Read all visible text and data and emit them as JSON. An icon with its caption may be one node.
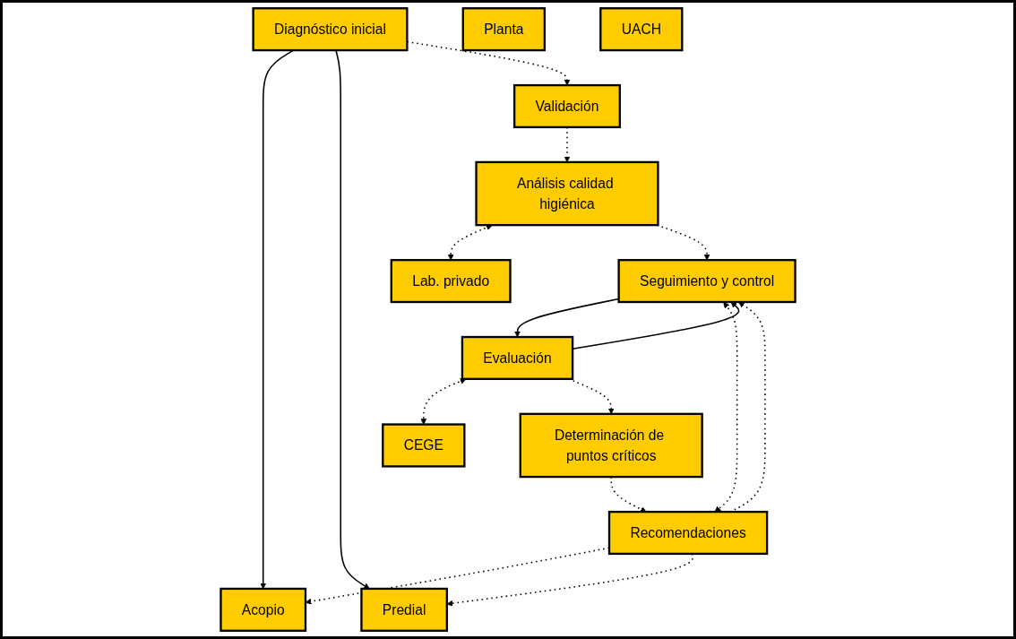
{
  "diagram": {
    "nodes": [
      {
        "text": [
          "Acopio"
        ]
      },
      {
        "text": [
          "Diagnóstico inicial"
        ]
      },
      {
        "text": [
          "Predial"
        ]
      },
      {
        "text": [
          "Validación"
        ]
      },
      {
        "text": [
          "Análisis calidad higiénica"
        ]
      },
      {
        "text": [
          "Planta"
        ]
      },
      {
        "text": [
          "Lab. privado"
        ]
      },
      {
        "text": [
          "UACH"
        ]
      },
      {
        "text": [
          "Seguimiento y control"
        ]
      },
      {
        "text": [
          "Evaluación"
        ]
      },
      {
        "text": [
          "CEGE"
        ]
      },
      {
        "text": [
          "Determinación de puntos críticos"
        ]
      },
      {
        "text": [
          "Recomendaciones"
        ]
      }
    ],
    "edges": [
      {
        "from": 1,
        "to": 0,
        "arrow": "to"
      },
      {
        "from": 1,
        "to": 2,
        "arrow": "to"
      },
      {
        "from": 1,
        "to": 3,
        "arrow": "to",
        "style": "dashed"
      },
      {
        "from": 3,
        "to": 4,
        "arrow": "to",
        "style": "dashed"
      },
      {
        "from": 4,
        "to": 6,
        "arrow": "both",
        "style": "dashed"
      },
      {
        "from": 4,
        "to": 8,
        "arrow": "to",
        "style": "dashed"
      },
      {
        "from": 9,
        "to": 8,
        "arrow": "to"
      },
      {
        "from": 8,
        "to": 9,
        "arrow": "to"
      },
      {
        "from": 9,
        "to": 10,
        "arrow": "both",
        "style": "dashed"
      },
      {
        "from": 9,
        "to": 11,
        "arrow": "to",
        "style": "dashed"
      },
      {
        "from": 11,
        "to": 12,
        "arrow": "to",
        "style": "dashed"
      },
      {
        "from": 12,
        "to": 0,
        "arrow": "to",
        "style": "dashed"
      },
      {
        "from": 8,
        "to": 12,
        "arrow": "both",
        "style": "dashed"
      },
      {
        "from": 12,
        "to": 8,
        "arrow": "to",
        "style": "dashed"
      },
      {
        "from": 12,
        "to": 2,
        "arrow": "to",
        "style": "dashed"
      }
    ]
  }
}
